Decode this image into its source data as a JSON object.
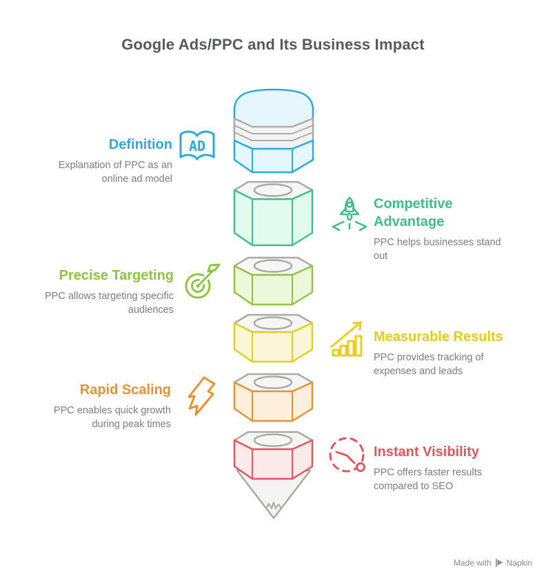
{
  "title": "Google Ads/PPC and Its Business Impact",
  "sections": {
    "definition": {
      "title": "Definition",
      "description": "Explanation of PPC as an online ad model",
      "icon": "ad-book-icon",
      "icon_text": "AD",
      "color": "#29ABE2"
    },
    "competitive_advantage": {
      "title": "Competitive Advantage",
      "description": "PPC helps businesses stand out",
      "icon": "rocket-launch-icon",
      "color": "#3DBE8B"
    },
    "precise_targeting": {
      "title": "Precise Targeting",
      "description": "PPC allows targeting specific audiences",
      "icon": "target-dart-icon",
      "color": "#8CC63F"
    },
    "measurable_results": {
      "title": "Measurable Results",
      "description": "PPC provides tracking of expenses and leads",
      "icon": "bar-chart-growth-icon",
      "color": "#E8CB14"
    },
    "rapid_scaling": {
      "title": "Rapid Scaling",
      "description": "PPC enables quick growth during peak times",
      "icon": "lightning-bolt-icon",
      "color": "#E8912D"
    },
    "instant_visibility": {
      "title": "Instant Visibility",
      "description": "PPC offers faster results compared to SEO",
      "icon": "speed-clock-icon",
      "color": "#E8545B"
    }
  },
  "pencil": {
    "segments": [
      {
        "name": "eraser-cap",
        "stroke": "#29ABE2",
        "fill": "#E5F6FD"
      },
      {
        "name": "competitive-advantage",
        "stroke": "#3DBE8B",
        "fill": "#E1FCEE"
      },
      {
        "name": "precise-targeting",
        "stroke": "#8CC63F",
        "fill": "#EDF7D9"
      },
      {
        "name": "measurable-results",
        "stroke": "#E5CF1A",
        "fill": "#FCF6D9"
      },
      {
        "name": "rapid-scaling",
        "stroke": "#E8912D",
        "fill": "#FDEFDC"
      },
      {
        "name": "instant-visibility",
        "stroke": "#E8545B",
        "fill": "#FCE9E9"
      }
    ],
    "neutral_stroke": "#A9A9A9",
    "neutral_fill": "#F6F6F4"
  },
  "footer": {
    "made_with": "Made with",
    "brand": "Napkin"
  }
}
